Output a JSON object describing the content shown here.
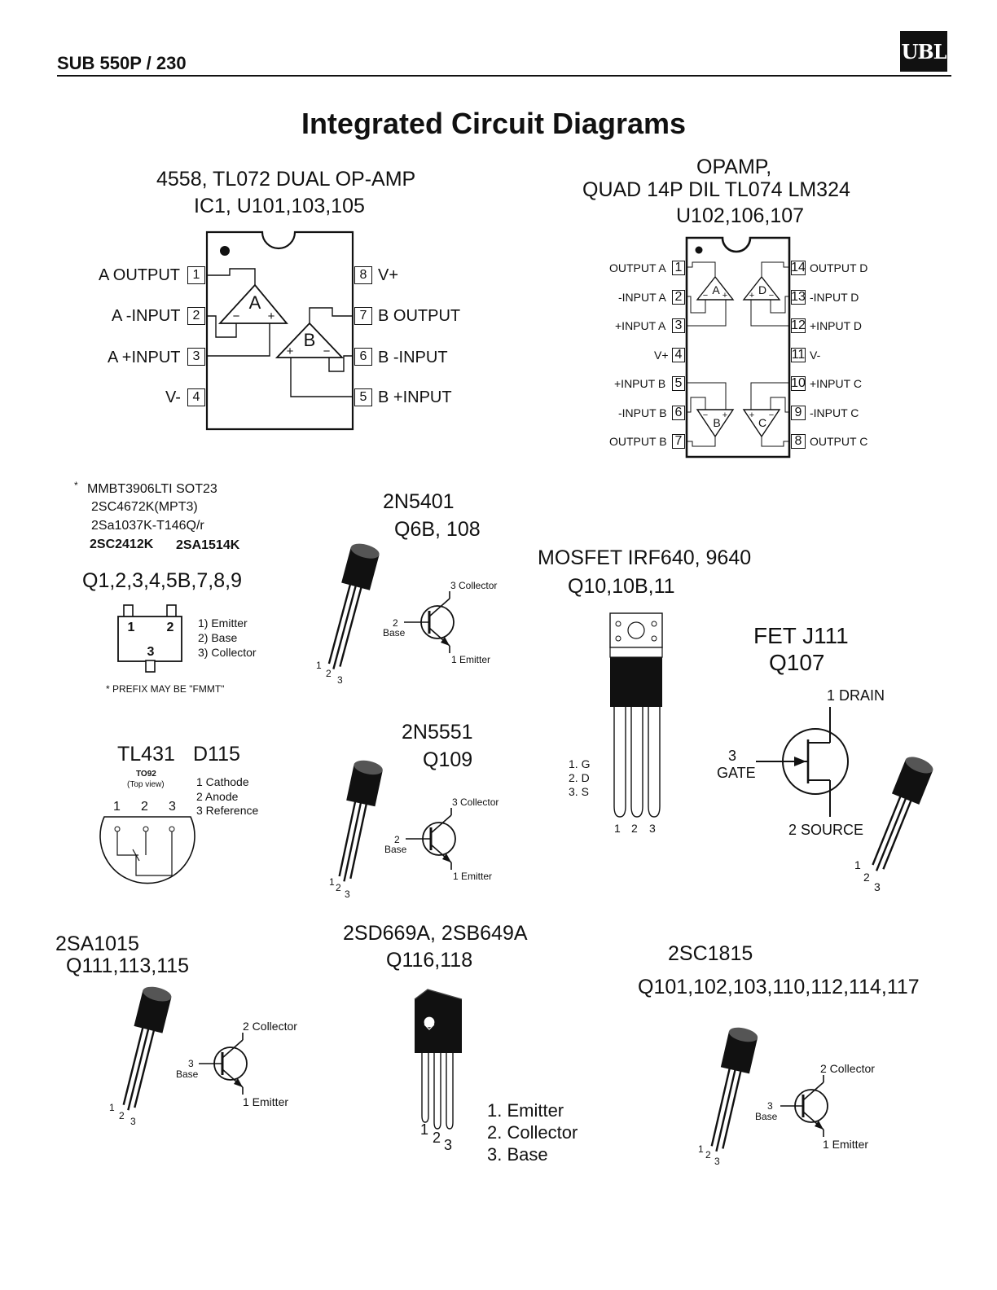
{
  "header": {
    "model": "SUB 550P / 230",
    "logo": "UBL"
  },
  "page_title": "Integrated Circuit Diagrams",
  "dual_opamp": {
    "title_line1": "4558, TL072 DUAL OP-AMP",
    "title_line2": "IC1, U101,103,105",
    "left_pins": [
      {
        "num": "1",
        "label": "A OUTPUT"
      },
      {
        "num": "2",
        "label": "A -INPUT"
      },
      {
        "num": "3",
        "label": "A +INPUT"
      },
      {
        "num": "4",
        "label": "V-"
      }
    ],
    "right_pins": [
      {
        "num": "8",
        "label": "V+"
      },
      {
        "num": "7",
        "label": "B OUTPUT"
      },
      {
        "num": "6",
        "label": "B -INPUT"
      },
      {
        "num": "5",
        "label": "B +INPUT"
      }
    ],
    "amp_a": "A",
    "amp_b": "B",
    "minus": "−",
    "plus": "+"
  },
  "quad_opamp": {
    "title_line1": "OPAMP,",
    "title_line2": "QUAD 14P DIL  TL074  LM324",
    "title_line3": "U102,106,107",
    "left_pins": [
      {
        "num": "1",
        "label": "OUTPUT A"
      },
      {
        "num": "2",
        "label": "-INPUT A"
      },
      {
        "num": "3",
        "label": "+INPUT A"
      },
      {
        "num": "4",
        "label": "V+"
      },
      {
        "num": "5",
        "label": "+INPUT B"
      },
      {
        "num": "6",
        "label": "-INPUT B"
      },
      {
        "num": "7",
        "label": "OUTPUT B"
      }
    ],
    "right_pins": [
      {
        "num": "14",
        "label": "OUTPUT D"
      },
      {
        "num": "13",
        "label": "-INPUT D"
      },
      {
        "num": "12",
        "label": "+INPUT D"
      },
      {
        "num": "11",
        "label": "V-"
      },
      {
        "num": "10",
        "label": "+INPUT C"
      },
      {
        "num": "9",
        "label": "-INPUT C"
      },
      {
        "num": "8",
        "label": "OUTPUT C"
      }
    ],
    "amps": [
      "A",
      "D",
      "B",
      "C"
    ]
  },
  "sot23": {
    "line1": "MMBT3906LTI SOT23",
    "line2": "2SC4672K(MPT3)",
    "line3": "2Sa1037K-T146Q/r",
    "line4a": "2SC2412K",
    "line4b": "2SA1514K",
    "designators": "Q1,2,3,4,5B,7,8,9",
    "asterisk": "*",
    "pin1": "1",
    "pin2": "2",
    "pin3": "3",
    "legend1": "1) Emitter",
    "legend2": "2) Base",
    "legend3": "3) Collector",
    "note": "*  PREFIX MAY BE \"FMMT\""
  },
  "n5401": {
    "title": "2N5401",
    "designators": "Q6B, 108",
    "collector": "3 Collector",
    "base_num": "2",
    "base": "Base",
    "emitter": "1 Emitter",
    "leads": [
      "1",
      "2",
      "3"
    ]
  },
  "mosfet": {
    "title": "MOSFET  IRF640, 9640",
    "designators": "Q10,10B,11",
    "legend": [
      "1. G",
      "2. D",
      "3. S"
    ],
    "leads": [
      "1",
      "2",
      "3"
    ]
  },
  "jfet": {
    "title": "FET J111",
    "designator": "Q107",
    "drain": "1 DRAIN",
    "gate_num": "3",
    "gate": "GATE",
    "source": "2 SOURCE",
    "leads": [
      "1",
      "2",
      "3"
    ]
  },
  "tl431": {
    "title": "TL431",
    "designator": "D115",
    "package": "TO92",
    "view": "(Top view)",
    "pins": [
      "1",
      "2",
      "3"
    ],
    "legend": [
      "1 Cathode",
      "2 Anode",
      "3 Reference"
    ]
  },
  "n5551": {
    "title": "2N5551",
    "designator": "Q109",
    "collector": "3 Collector",
    "base_num": "2",
    "base": "Base",
    "emitter": "1 Emitter",
    "leads": [
      "1",
      "2",
      "3"
    ]
  },
  "a1015": {
    "title": "2SA1015",
    "designators": "Q111,113,115",
    "collector": "2 Collector",
    "base_num": "3",
    "base": "Base",
    "emitter": "1 Emitter",
    "leads": [
      "1",
      "2",
      "3"
    ]
  },
  "d669": {
    "title": "2SD669A, 2SB649A",
    "designators": "Q116,118",
    "legend": [
      "1. Emitter",
      "2. Collector",
      "3. Base"
    ],
    "leads": [
      "1",
      "2",
      "3"
    ]
  },
  "c1815": {
    "title": "2SC1815",
    "designators": "Q101,102,103,110,112,114,117",
    "collector": "2 Collector",
    "base_num": "3",
    "base": "Base",
    "emitter": "1 Emitter",
    "leads": [
      "1",
      "2",
      "3"
    ]
  }
}
